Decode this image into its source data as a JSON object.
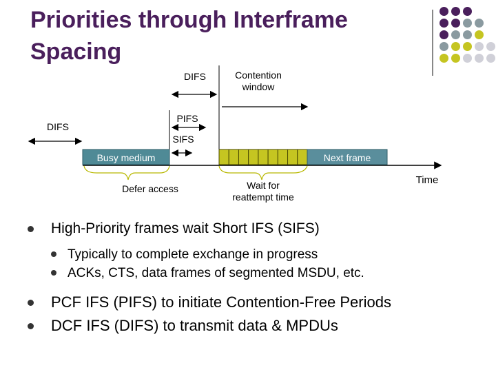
{
  "slide": {
    "title": "Priorities through Interframe\nSpacing"
  },
  "diagram": {
    "labels": {
      "difs_top": "DIFS",
      "contention_window": "Contention\nwindow",
      "difs_left": "DIFS",
      "pifs": "PIFS",
      "sifs": "SIFS",
      "busy_medium": "Busy medium",
      "next_frame": "Next frame",
      "defer_access": "Defer access",
      "wait_reattempt": "Wait for\nreattempt time",
      "time": "Time"
    },
    "contention_slots": 9,
    "colors": {
      "busy_fill": "#4f8a96",
      "slot_fill": "#c5c521",
      "next_fill": "#5a8e9c"
    }
  },
  "bullets": [
    {
      "text": "High-Priority frames wait Short IFS (SIFS)",
      "sub": [
        "Typically to complete exchange in progress",
        "ACKs, CTS, data frames of segmented MSDU, etc."
      ]
    },
    {
      "text": "PCF IFS (PIFS) to initiate Contention-Free Periods"
    },
    {
      "text": "DCF IFS (DIFS) to transmit data & MPDUs"
    }
  ],
  "decor": {
    "dot_colors": [
      "#4a1f5c",
      "#8a9aa0",
      "#c5c521",
      "#d0d0d8"
    ]
  }
}
